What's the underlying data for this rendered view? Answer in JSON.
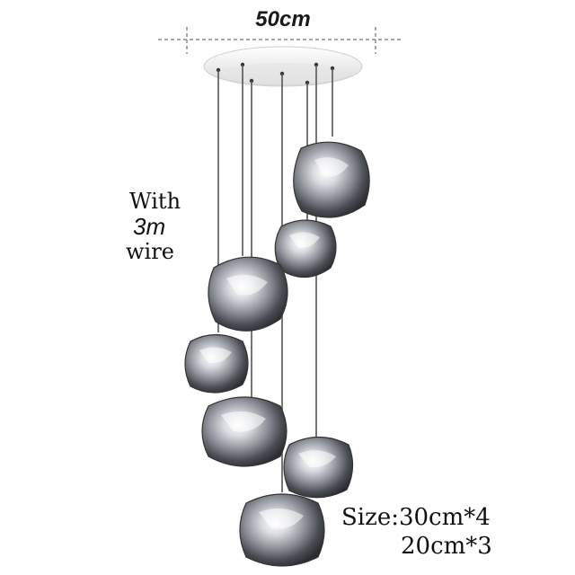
{
  "dimension": {
    "width_label": "50cm"
  },
  "wire_note": {
    "line1": "With",
    "line2": "3m",
    "line3": "wire"
  },
  "size": {
    "line1": "Size:30cm*4",
    "line2": "20cm*3"
  },
  "colors": {
    "canopy": "#f4f4f4",
    "wire": "#444444",
    "chrome_light": "#f2f2f4",
    "chrome_dark": "#4a4a52",
    "dim_line": "#888888"
  }
}
